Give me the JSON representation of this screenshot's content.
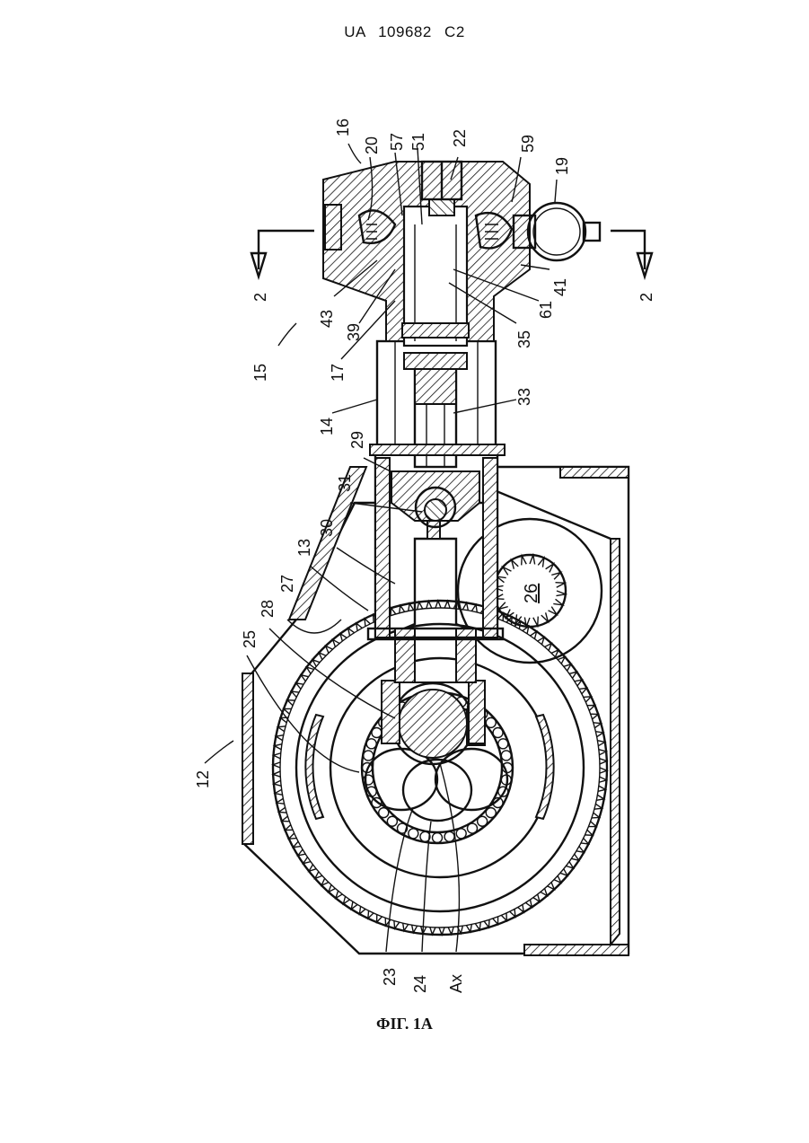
{
  "header": {
    "doc_number": "UA   109682   C2"
  },
  "figure": {
    "caption": "ФІГ. 1A",
    "labels": {
      "l16": "16",
      "l20": "20",
      "l57": "57",
      "l51": "51",
      "l22": "22",
      "l59": "59",
      "l19": "19",
      "l2a": "2",
      "l2b": "2",
      "l41": "41",
      "l61": "61",
      "l35": "35",
      "l43": "43",
      "l39": "39",
      "l17": "17",
      "l15": "15",
      "l33": "33",
      "l14": "14",
      "l29": "29",
      "l31": "31",
      "l30": "30",
      "l13": "13",
      "l27": "27",
      "l28": "28",
      "l25": "25",
      "l26": "26",
      "l12": "12",
      "l23": "23",
      "l24": "24",
      "lAx": "Ax"
    }
  }
}
